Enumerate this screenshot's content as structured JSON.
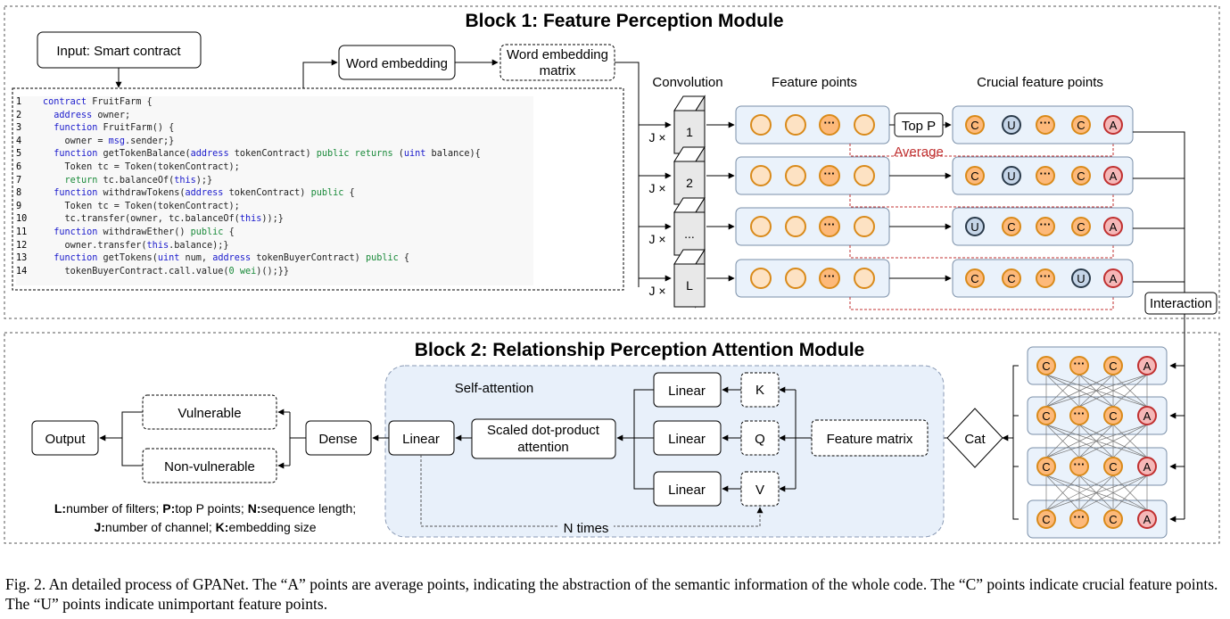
{
  "block1_title": "Block 1: Feature Perception Module",
  "block2_title": "Block 2: Relationship Perception Attention Module",
  "input_label": "Input: Smart contract",
  "word_embedding": "Word embedding",
  "word_embedding_matrix_1": "Word embedding",
  "word_embedding_matrix_2": "matrix",
  "convolution": "Convolution",
  "feature_points": "Feature points",
  "crucial_feature_points": "Crucial feature points",
  "top_p": "Top P",
  "average": "Average",
  "interaction": "Interaction",
  "cat": "Cat",
  "feature_matrix": "Feature matrix",
  "self_attention": "Self-attention",
  "linear": "Linear",
  "k": "K",
  "q": "Q",
  "v": "V",
  "scaled_1": "Scaled dot-product",
  "scaled_2": "attention",
  "dense": "Dense",
  "output": "Output",
  "vulnerable": "Vulnerable",
  "non_vulnerable": "Non-vulnerable",
  "n_times": "N times",
  "j_times": "J ×",
  "ellipsis": "···",
  "filters": [
    "1",
    "2",
    "...",
    "L"
  ],
  "crucial_rows": [
    [
      "C",
      "U",
      "…",
      "C",
      "A"
    ],
    [
      "C",
      "U",
      "…",
      "C",
      "A"
    ],
    [
      "U",
      "C",
      "…",
      "C",
      "A"
    ],
    [
      "C",
      "C",
      "…",
      "U",
      "A"
    ]
  ],
  "cat_rows": [
    [
      "C",
      "…",
      "C",
      "A"
    ],
    [
      "C",
      "…",
      "C",
      "A"
    ],
    [
      "C",
      "…",
      "C",
      "A"
    ],
    [
      "C",
      "…",
      "C",
      "A"
    ]
  ],
  "legend": {
    "l_key": "L:",
    "l_text": "number of filters; ",
    "p_key": "P:",
    "p_text": "top P points; ",
    "n_key": "N:",
    "n_text": "sequence length;",
    "j_key": "J:",
    "j_text": "number of channel; ",
    "k_key": "K:",
    "k_text": "embedding size"
  },
  "code_lines": [
    {
      "n": "1",
      "segs": [
        [
          "kw",
          "contract "
        ],
        [
          "txt",
          "FruitFarm {"
        ]
      ]
    },
    {
      "n": "2",
      "segs": [
        [
          "txt",
          "  "
        ],
        [
          "kw",
          "address"
        ],
        [
          "txt",
          " owner;"
        ]
      ]
    },
    {
      "n": "3",
      "segs": [
        [
          "txt",
          "  "
        ],
        [
          "kw",
          "function"
        ],
        [
          "txt",
          " FruitFarm() {"
        ]
      ]
    },
    {
      "n": "4",
      "segs": [
        [
          "txt",
          "    owner = "
        ],
        [
          "kw",
          "msg"
        ],
        [
          "txt",
          ".sender;}"
        ]
      ]
    },
    {
      "n": "5",
      "segs": [
        [
          "txt",
          "  "
        ],
        [
          "kw",
          "function"
        ],
        [
          "txt",
          " getTokenBalance("
        ],
        [
          "kw",
          "address"
        ],
        [
          "txt",
          " tokenContract) "
        ],
        [
          "ty",
          "public returns"
        ],
        [
          "txt",
          " ("
        ],
        [
          "kw",
          "uint"
        ],
        [
          "txt",
          " balance){"
        ]
      ]
    },
    {
      "n": "6",
      "segs": [
        [
          "txt",
          "    Token tc = Token(tokenContract);"
        ]
      ]
    },
    {
      "n": "7",
      "segs": [
        [
          "txt",
          "    "
        ],
        [
          "ty",
          "return"
        ],
        [
          "txt",
          " tc.balanceOf("
        ],
        [
          "kw",
          "this"
        ],
        [
          "txt",
          ");}"
        ]
      ]
    },
    {
      "n": "8",
      "segs": [
        [
          "txt",
          "  "
        ],
        [
          "kw",
          "function"
        ],
        [
          "txt",
          " withdrawTokens("
        ],
        [
          "kw",
          "address"
        ],
        [
          "txt",
          " tokenContract) "
        ],
        [
          "ty",
          "public"
        ],
        [
          "txt",
          " {"
        ]
      ]
    },
    {
      "n": "9",
      "segs": [
        [
          "txt",
          "    Token tc = Token(tokenContract);"
        ]
      ]
    },
    {
      "n": "10",
      "segs": [
        [
          "txt",
          "    tc.transfer(owner, tc.balanceOf("
        ],
        [
          "kw",
          "this"
        ],
        [
          "txt",
          "));}"
        ]
      ]
    },
    {
      "n": "11",
      "segs": [
        [
          "txt",
          "  "
        ],
        [
          "kw",
          "function"
        ],
        [
          "txt",
          " withdrawEther() "
        ],
        [
          "ty",
          "public"
        ],
        [
          "txt",
          " {"
        ]
      ]
    },
    {
      "n": "12",
      "segs": [
        [
          "txt",
          "    owner.transfer("
        ],
        [
          "kw",
          "this"
        ],
        [
          "txt",
          ".balance);}"
        ]
      ]
    },
    {
      "n": "13",
      "segs": [
        [
          "txt",
          "  "
        ],
        [
          "kw",
          "function"
        ],
        [
          "txt",
          " getTokens("
        ],
        [
          "kw",
          "uint"
        ],
        [
          "txt",
          " num, "
        ],
        [
          "kw",
          "address"
        ],
        [
          "txt",
          " tokenBuyerContract) "
        ],
        [
          "ty",
          "public"
        ],
        [
          "txt",
          " {"
        ]
      ]
    },
    {
      "n": "14",
      "segs": [
        [
          "txt",
          "    tokenBuyerContract.call.value("
        ],
        [
          "ty",
          "0 wei"
        ],
        [
          "txt",
          ")();}}"
        ]
      ]
    }
  ],
  "caption": "Fig. 2.  An detailed process of GPANet. The “A” points are average points, indicating the abstraction of the semantic information of the whole code. The “C” points indicate crucial feature points. The “U” points indicate unimportant feature points.",
  "colors": {
    "orange_fill": "#fdb97a",
    "orange_stroke": "#d98a1a",
    "light_orange_fill": "#fde2c3",
    "u_fill": "#c5d5e8",
    "u_stroke": "#2a3a4a",
    "a_fill": "#f5b7b7",
    "a_stroke": "#c03030",
    "row_bg": "#eaf2fb",
    "row_stroke": "#7a8fa8",
    "average_red": "#c03030",
    "selfatt_bg": "#e8f0fa"
  }
}
